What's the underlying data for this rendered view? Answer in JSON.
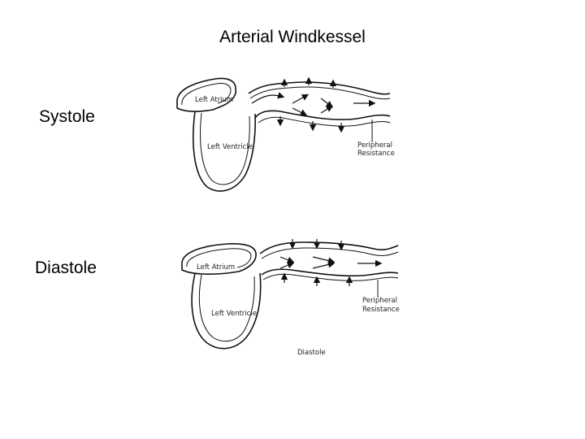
{
  "title": "Arterial Windkessel",
  "phases": {
    "systole": "Systole",
    "diastole": "Diastole"
  },
  "diagram_labels": {
    "left_atrium": "Left Atrium",
    "left_ventricle": "Left Ventricle",
    "peripheral_line1": "Peripheral",
    "peripheral_line2": "Resistance",
    "diastole_caption": "Diastole"
  },
  "colors": {
    "ink": "#111111",
    "background": "#ffffff"
  }
}
